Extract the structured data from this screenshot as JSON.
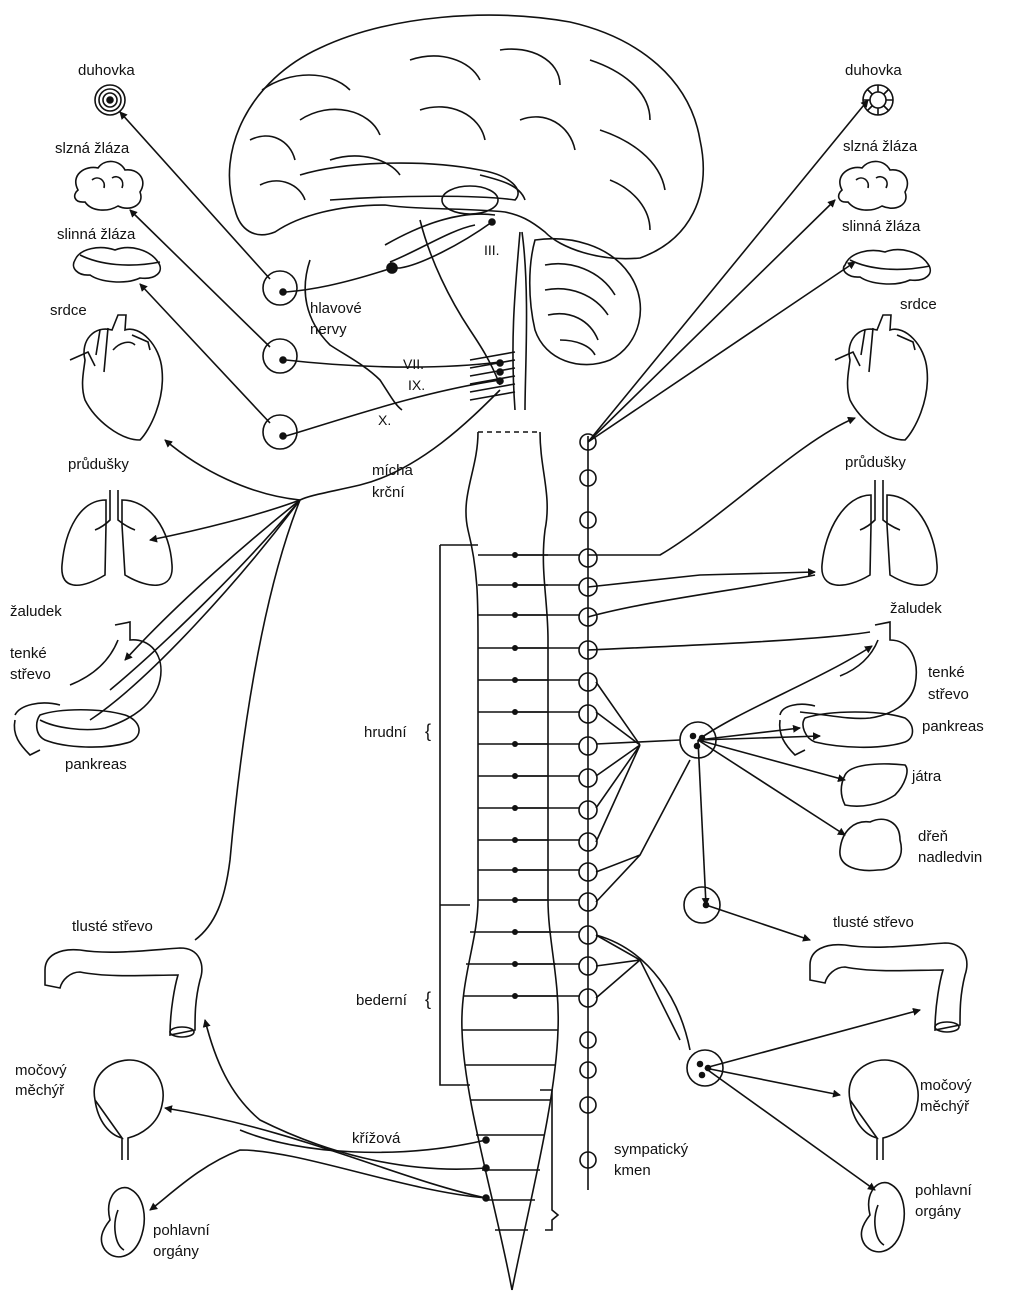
{
  "left": {
    "iris": "duhovka",
    "lacrimal_gland": "slzná žláza",
    "salivary_gland": "slinná žláza",
    "heart": "srdce",
    "bronchi": "průdušky",
    "stomach": "žaludek",
    "small_intestine_1": "tenké",
    "small_intestine_2": "střevo",
    "pancreas": "pankreas",
    "colon": "tlusté střevo",
    "bladder_1": "močový",
    "bladder_2": "měchýř",
    "genitals_1": "pohlavní",
    "genitals_2": "orgány"
  },
  "right": {
    "iris": "duhovka",
    "lacrimal_gland": "slzná žláza",
    "salivary_gland": "slinná žláza",
    "heart": "srdce",
    "bronchi": "průdušky",
    "stomach": "žaludek",
    "small_intestine_1": "tenké",
    "small_intestine_2": "střevo",
    "pancreas": "pankreas",
    "liver": "játra",
    "adrenal_1": "dřeň",
    "adrenal_2": "nadledvin",
    "colon": "tlusté střevo",
    "bladder_1": "močový",
    "bladder_2": "měchýř",
    "genitals_1": "pohlavní",
    "genitals_2": "orgány"
  },
  "center": {
    "cranial_nerves_1": "hlavové",
    "cranial_nerves_2": "nervy",
    "nerve_III": "III.",
    "nerve_VII": "VII.",
    "nerve_IX": "IX.",
    "nerve_X": "X.",
    "cervical_1": "mícha",
    "cervical_2": "krční",
    "thoracic": "hrudní",
    "lumbar": "bederní",
    "sacral": "křížová",
    "sympathetic_trunk_1": "sympatický",
    "sympathetic_trunk_2": "kmen"
  }
}
